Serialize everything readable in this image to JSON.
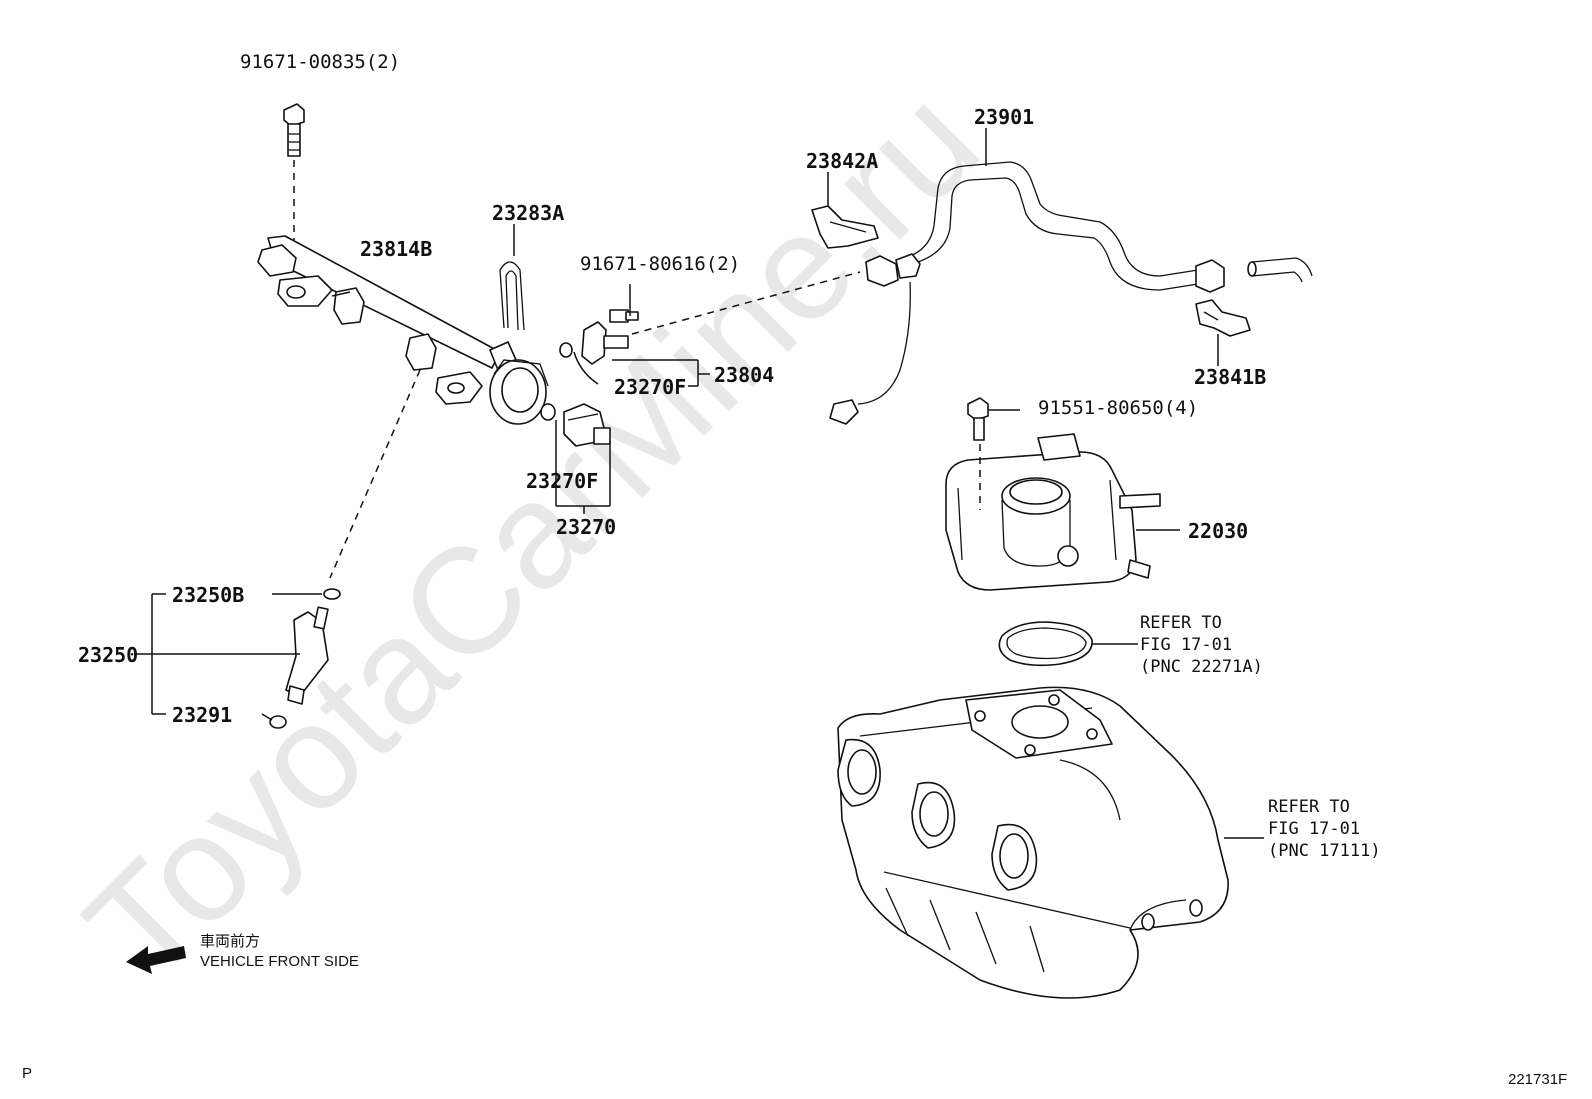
{
  "watermark": "ToyotaCarMine.ru",
  "parts": {
    "p91671_00835": "91671-00835(2)",
    "p23814B": "23814B",
    "p23283A": "23283A",
    "p91671_80616": "91671-80616(2)",
    "p23804": "23804",
    "p23270F_upper": "23270F",
    "p23270F_lower": "23270F",
    "p23270": "23270",
    "p23842A": "23842A",
    "p23901": "23901",
    "p23841B": "23841B",
    "p91551_80650": "91551-80650(4)",
    "p22030": "22030",
    "p23250B": "23250B",
    "p23250": "23250",
    "p23291": "23291"
  },
  "references": {
    "gasket": [
      "REFER TO",
      "FIG 17-01",
      "(PNC 22271A)"
    ],
    "manifold": [
      "REFER TO",
      "FIG 17-01",
      "(PNC 17111)"
    ]
  },
  "direction": {
    "jp": "車両前方",
    "en": "VEHICLE FRONT SIDE"
  },
  "corner_left": "P",
  "figure_id": "221731F"
}
